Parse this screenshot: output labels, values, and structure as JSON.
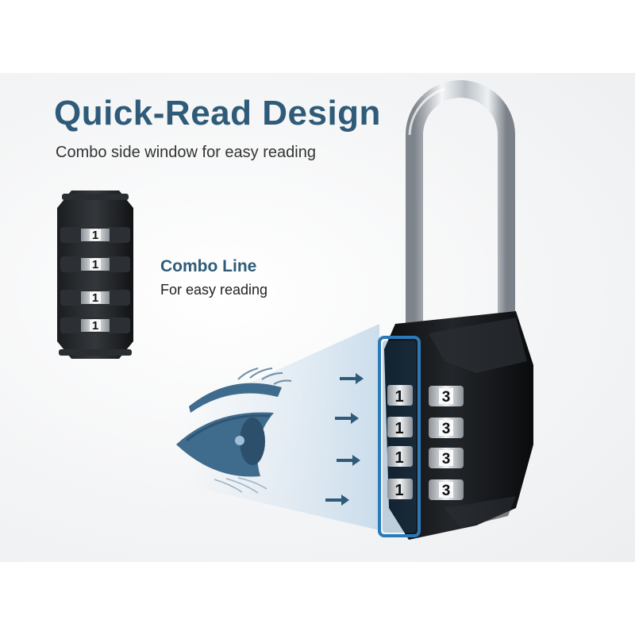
{
  "headline": "Quick-Read Design",
  "subheadline": "Combo side window for easy reading",
  "callout": {
    "title": "Combo Line",
    "subtitle": "For easy reading"
  },
  "side_view_digits": [
    "1",
    "1",
    "1",
    "1"
  ],
  "front_left_digits": [
    "1",
    "1",
    "1",
    "1"
  ],
  "front_right_digits": [
    "3",
    "3",
    "3",
    "3"
  ],
  "colors": {
    "headline": "#2f5b79",
    "accent_blue": "#2b7ab8",
    "lock_body": "#15171a",
    "shackle": "#c9ced3",
    "eye": "#3f6b8c"
  },
  "icons": [
    "eye-illustration",
    "arrow-right-icon",
    "combination-lock",
    "lock-side-view"
  ]
}
